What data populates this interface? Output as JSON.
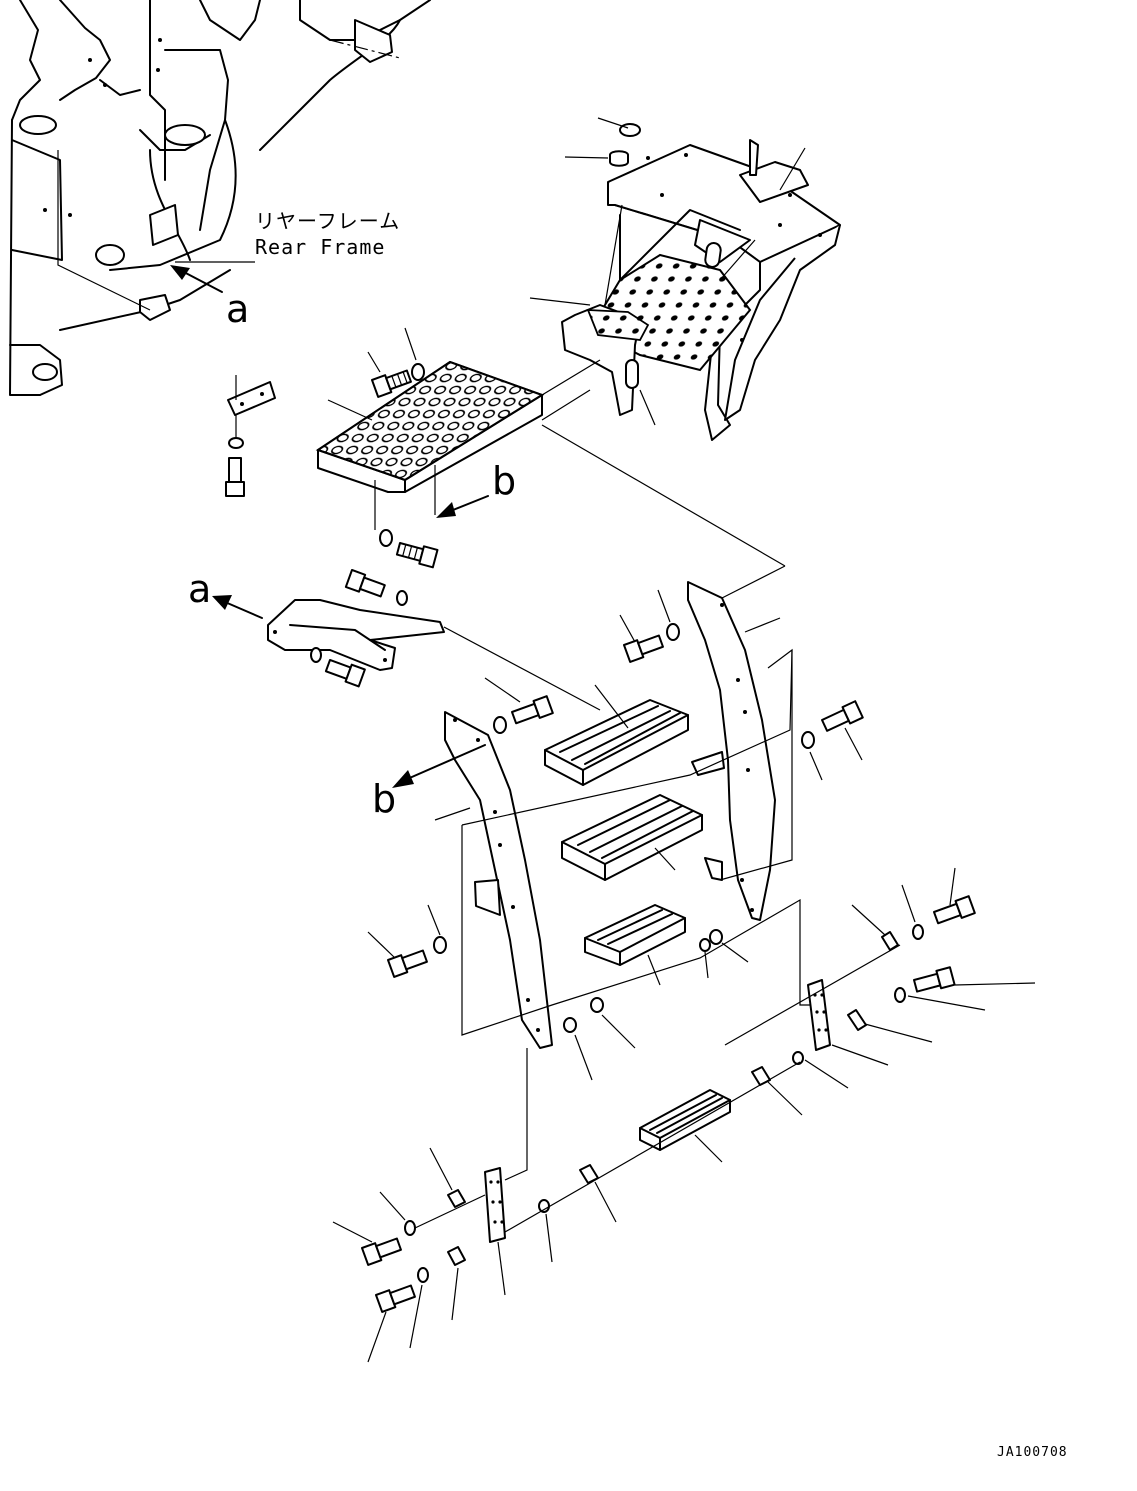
{
  "callouts": {
    "rear_frame_jp": "リヤーフレーム",
    "rear_frame_en": "Rear Frame",
    "ref_a": "a",
    "ref_b": "b"
  },
  "drawing_code": "JA100708"
}
